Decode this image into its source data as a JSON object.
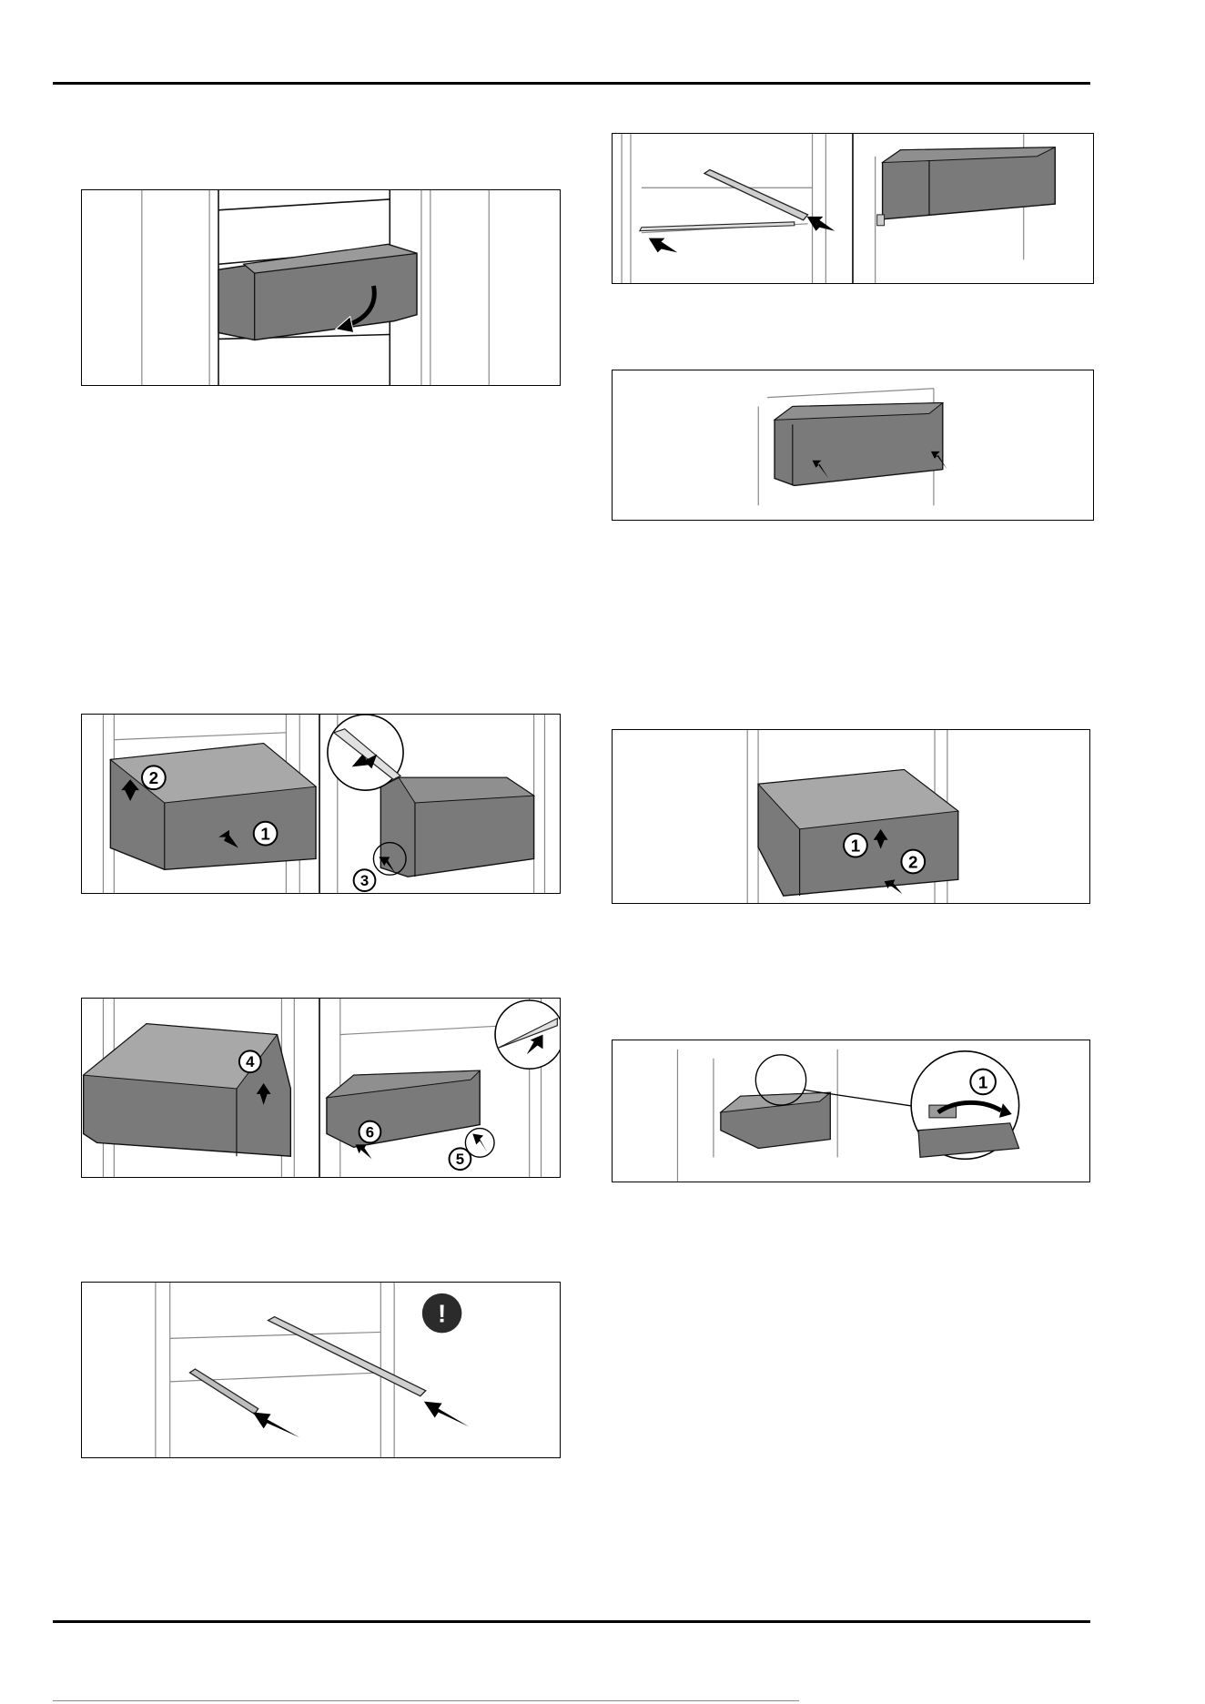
{
  "figures": {
    "fig_remove_lift": {
      "title": ""
    },
    "fig_rails_front": {
      "title": ""
    },
    "fig_drawer_attach": {
      "title": ""
    },
    "fig_remove_steps": {
      "steps": [
        "1",
        "2",
        "3"
      ]
    },
    "fig_insert_steps": {
      "steps": [
        "1",
        "2"
      ]
    },
    "fig_refit_steps": {
      "steps": [
        "4",
        "5",
        "6"
      ]
    },
    "fig_clip_detail": {
      "steps": [
        "1"
      ]
    },
    "fig_rails_warning": {
      "icon": "exclamation-warning-icon",
      "glyph": "!"
    }
  },
  "colors": {
    "drawer_fill": "#7a7a7a",
    "drawer_fill_light": "#8f8f8f",
    "line": "#1a1a1a",
    "cabinet_line": "#9a9a9a",
    "warning_bg": "#2b2b2b"
  }
}
